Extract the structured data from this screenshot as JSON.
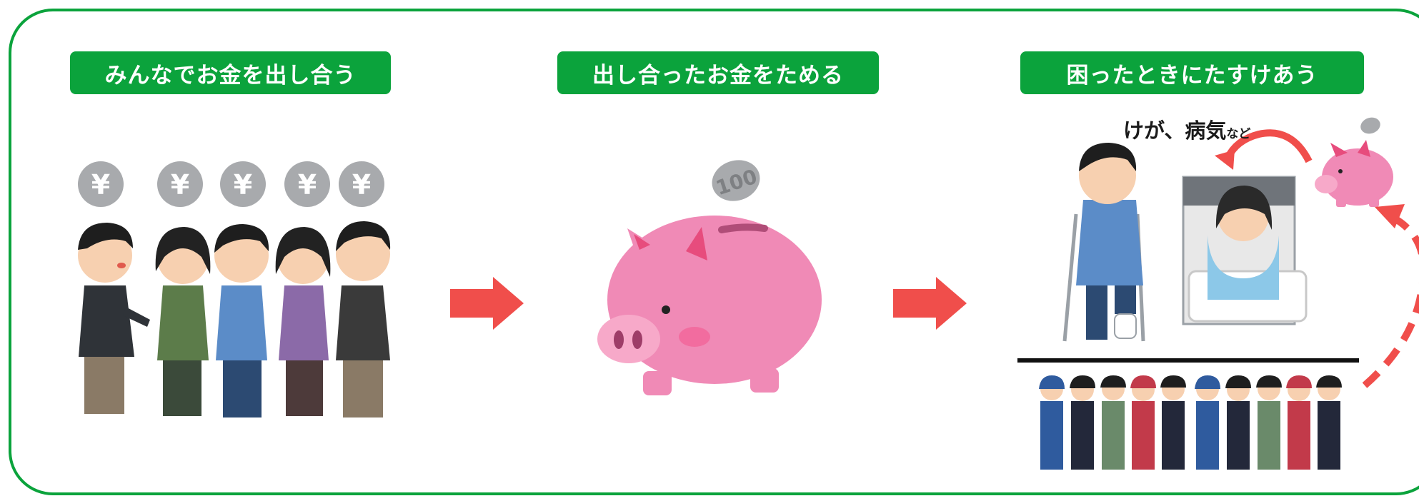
{
  "steps": [
    {
      "label": "みんなでお金を出し合う"
    },
    {
      "label": "出し合ったお金をためる"
    },
    {
      "label": "困ったときにたすけあう"
    }
  ],
  "coins": {
    "yen_symbol": "¥",
    "coin_value": "100"
  },
  "caption": {
    "main": "けが、病気",
    "sub": "など"
  },
  "colors": {
    "frame": "#0ba33c",
    "label_bg": "#0ba33c",
    "arrow": "#f04e4b",
    "pig": "#f08ab6",
    "coin": "#a8aaad"
  }
}
